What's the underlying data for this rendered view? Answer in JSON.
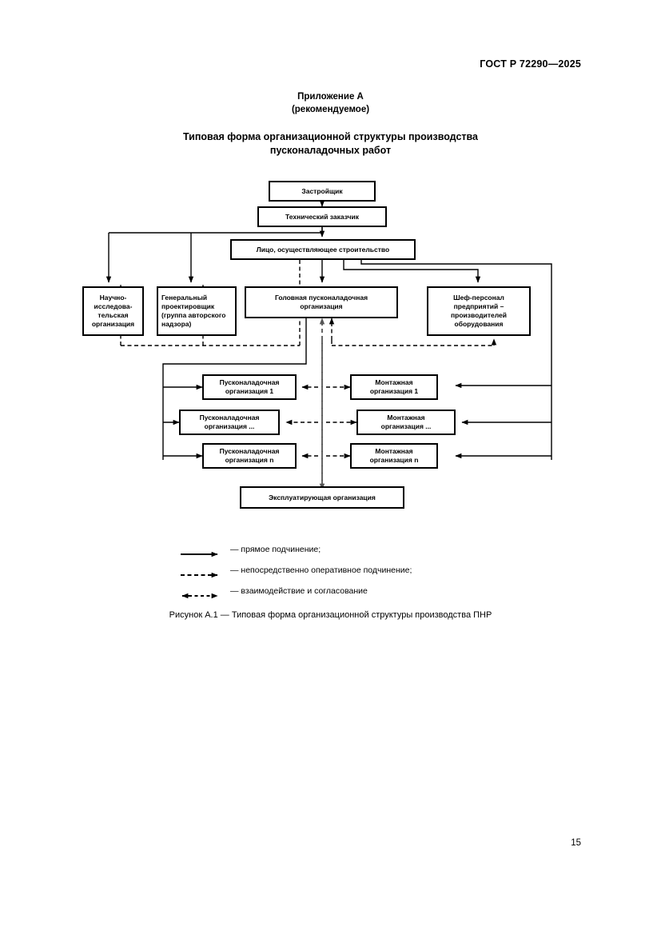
{
  "document": {
    "standard_header": "ГОСТ Р 72290—2025",
    "page_number": "15"
  },
  "annex": {
    "line1": "Приложение А",
    "line2": "(рекомендуемое)",
    "title_line1": "Типовая форма организационной структуры производства",
    "title_line2": "пусконаладочных работ"
  },
  "figure": {
    "caption": "Рисунок А.1 — Типовая форма организационной структуры производства ПНР",
    "nodes": {
      "developer": "Застройщик",
      "technical_customer": "Технический заказчик",
      "construction_entity": "Лицо, осуществляющее строительство",
      "research_org": "Научно-\nисследова-\nтельская\nорганизация",
      "general_designer": "Генеральный\nпроектировщик\n(группа авторского\nнадзора)",
      "head_commissioning_org": "Головная пусконаладочная\nорганизация",
      "chief_personnel": "Шеф-персонал\nпредприятий –\nпроизводителей\nоборудования",
      "commissioning_org_1": "Пусконаладочная\nорганизация 1",
      "commissioning_org_x": "Пусконаладочная\nорганизация ...",
      "commissioning_org_n": "Пусконаладочная\nорганизация n",
      "installation_org_1": "Монтажная\nорганизация 1",
      "installation_org_x": "Монтажная\nорганизация ...",
      "installation_org_n": "Монтажная\nорганизация n",
      "operating_org": "Эксплуатирующая организация"
    },
    "legend": {
      "solid": "— прямое подчинение;",
      "dashed": "— непосредственно оперативное подчинение;",
      "bidirectional": "— взаимодействие и согласование"
    }
  },
  "chart_data": {
    "type": "diagram",
    "title": "Типовая форма организационной структуры производства пусконаладочных работ",
    "nodes": [
      {
        "id": "developer",
        "label": "Застройщик",
        "level": 1
      },
      {
        "id": "technical_customer",
        "label": "Технический заказчик",
        "level": 2
      },
      {
        "id": "construction_entity",
        "label": "Лицо, осуществляющее строительство",
        "level": 3
      },
      {
        "id": "research_org",
        "label": "Научно-исследовательская организация",
        "level": 4
      },
      {
        "id": "general_designer",
        "label": "Генеральный проектировщик (группа авторского надзора)",
        "level": 4
      },
      {
        "id": "head_commissioning_org",
        "label": "Головная пусконаладочная организация",
        "level": 4
      },
      {
        "id": "chief_personnel",
        "label": "Шеф-персонал предприятий – производителей оборудования",
        "level": 4
      },
      {
        "id": "commissioning_org_1",
        "label": "Пусконаладочная организация 1",
        "level": 5
      },
      {
        "id": "commissioning_org_x",
        "label": "Пусконаладочная организация ...",
        "level": 5
      },
      {
        "id": "commissioning_org_n",
        "label": "Пусконаладочная организация n",
        "level": 5
      },
      {
        "id": "installation_org_1",
        "label": "Монтажная организация 1",
        "level": 5
      },
      {
        "id": "installation_org_x",
        "label": "Монтажная организация ...",
        "level": 5
      },
      {
        "id": "installation_org_n",
        "label": "Монтажная организация n",
        "level": 5
      },
      {
        "id": "operating_org",
        "label": "Эксплуатирующая организация",
        "level": 6
      }
    ],
    "edge_types": [
      {
        "style": "solid-arrow",
        "meaning": "прямое подчинение"
      },
      {
        "style": "dashed-arrow",
        "meaning": "непосредственно оперативное подчинение"
      },
      {
        "style": "dashed-double-arrow",
        "meaning": "взаимодействие и согласование"
      }
    ],
    "edges": [
      {
        "from": "developer",
        "to": "technical_customer",
        "style": "solid-arrow"
      },
      {
        "from": "technical_customer",
        "to": "construction_entity",
        "style": "solid-arrow"
      },
      {
        "from": "technical_customer",
        "to": "research_org",
        "style": "solid-arrow"
      },
      {
        "from": "technical_customer",
        "to": "general_designer",
        "style": "solid-arrow"
      },
      {
        "from": "construction_entity",
        "to": "head_commissioning_org",
        "style": "solid-arrow"
      },
      {
        "from": "construction_entity",
        "to": "chief_personnel",
        "style": "solid-arrow"
      },
      {
        "from": "construction_entity",
        "to": "research_org",
        "style": "dashed-arrow"
      },
      {
        "from": "head_commissioning_org",
        "to": "research_org",
        "style": "dashed-arrow"
      },
      {
        "from": "head_commissioning_org",
        "to": "general_designer",
        "style": "dashed-arrow"
      },
      {
        "from": "head_commissioning_org",
        "to": "chief_personnel",
        "style": "dashed-arrow"
      },
      {
        "from": "head_commissioning_org",
        "to": "commissioning_org_1",
        "style": "solid-arrow"
      },
      {
        "from": "head_commissioning_org",
        "to": "commissioning_org_x",
        "style": "solid-arrow"
      },
      {
        "from": "head_commissioning_org",
        "to": "commissioning_org_n",
        "style": "solid-arrow"
      },
      {
        "from": "head_commissioning_org",
        "to": "operating_org",
        "style": "dashed-arrow"
      },
      {
        "from": "construction_entity",
        "to": "installation_org_1",
        "style": "solid-arrow"
      },
      {
        "from": "construction_entity",
        "to": "installation_org_x",
        "style": "solid-arrow"
      },
      {
        "from": "construction_entity",
        "to": "installation_org_n",
        "style": "solid-arrow"
      },
      {
        "from": "commissioning_org_1",
        "to": "installation_org_1",
        "style": "dashed-double-arrow"
      },
      {
        "from": "commissioning_org_x",
        "to": "installation_org_x",
        "style": "dashed-double-arrow"
      },
      {
        "from": "commissioning_org_n",
        "to": "installation_org_n",
        "style": "dashed-double-arrow"
      }
    ]
  }
}
